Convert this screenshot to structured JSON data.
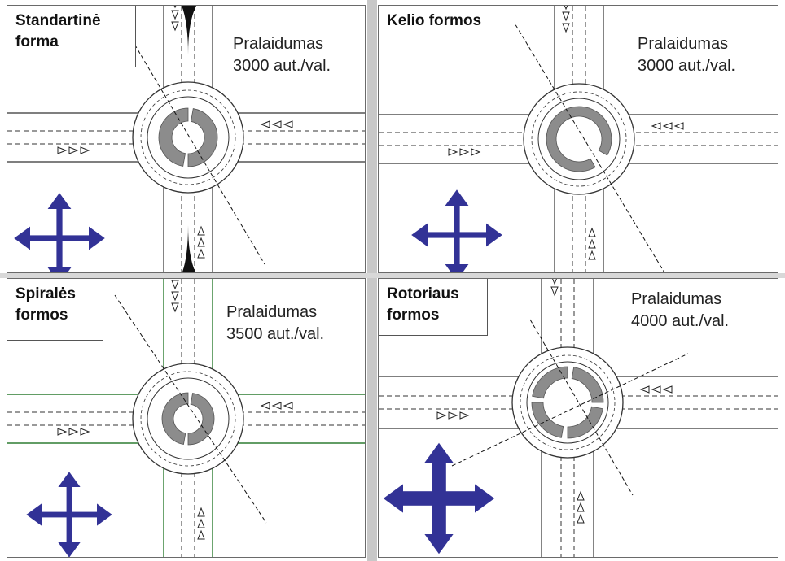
{
  "panels": [
    {
      "title": "Standartinė\nforma",
      "capacity": "Pralaidumas\n3000 aut./val."
    },
    {
      "title": "Kelio formos",
      "capacity": "Pralaidumas\n3000 aut./val."
    },
    {
      "title": "Spiralės\nformos",
      "capacity": "Pralaidumas\n3500 aut./val."
    },
    {
      "title": "Rotoriaus\nformos",
      "capacity": "Pralaidumas\n4000 aut./val."
    }
  ],
  "colors": {
    "arrow": "#323296",
    "island": "#8c8c8c",
    "road_line": "#333333",
    "curb_fill": "#9a9a9a",
    "spiral_edge": "#2e7d32"
  },
  "icons": [
    "direction-arrows-icon"
  ]
}
